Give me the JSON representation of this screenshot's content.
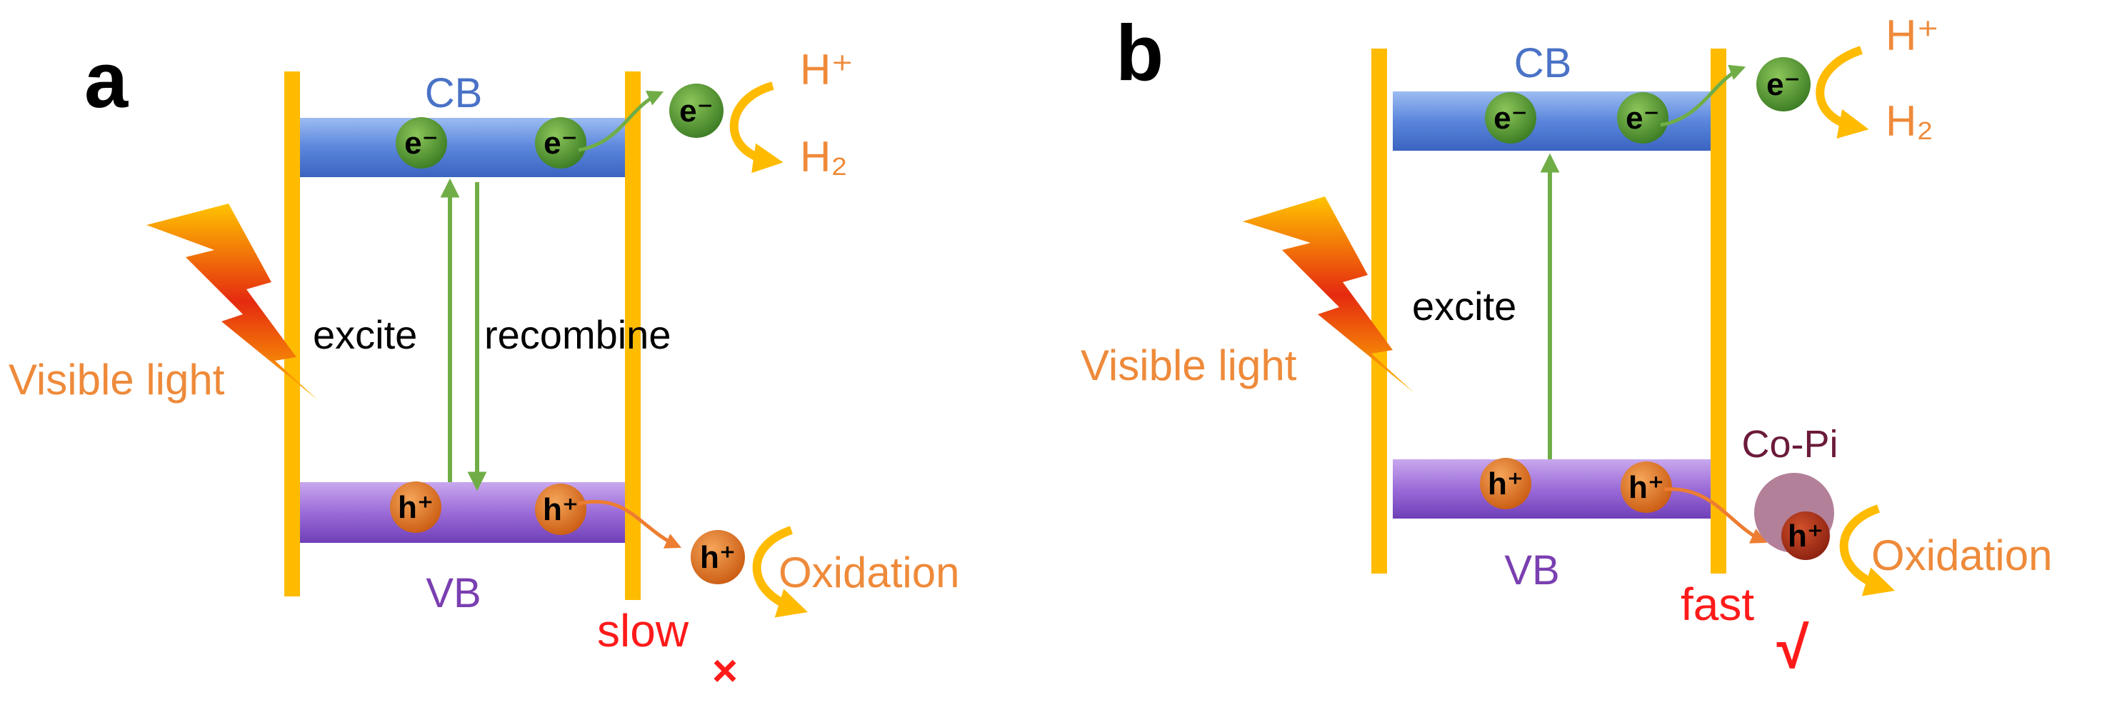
{
  "panels": [
    {
      "letter": "a",
      "cb_label": "CB",
      "vb_label": "VB",
      "electron": "e⁻",
      "hole": "h⁺",
      "light_label": "Visible light",
      "excite_label": "excite",
      "recombine_label": "recombine",
      "reduction_reactant": "H⁺",
      "reduction_product": "H₂",
      "oxidation_label": "Oxidation",
      "speed_label": "slow",
      "speed_mark": "×"
    },
    {
      "letter": "b",
      "cb_label": "CB",
      "vb_label": "VB",
      "electron": "e⁻",
      "hole": "h⁺",
      "light_label": "Visible light",
      "excite_label": "excite",
      "reduction_reactant": "H⁺",
      "reduction_product": "H₂",
      "cocatalyst_label": "Co-Pi",
      "oxidation_label": "Oxidation",
      "speed_label": "fast",
      "speed_mark": "√"
    }
  ],
  "colors": {
    "border": "#ffbb00",
    "cb_band": "#5b86dc",
    "vb_band": "#9b6cd8",
    "electron": "#4f8f30",
    "hole": "#e0731c",
    "arrow_green": "#70ad47",
    "arrow_orange": "#ed7d31",
    "cocatalyst": "#a06080"
  }
}
